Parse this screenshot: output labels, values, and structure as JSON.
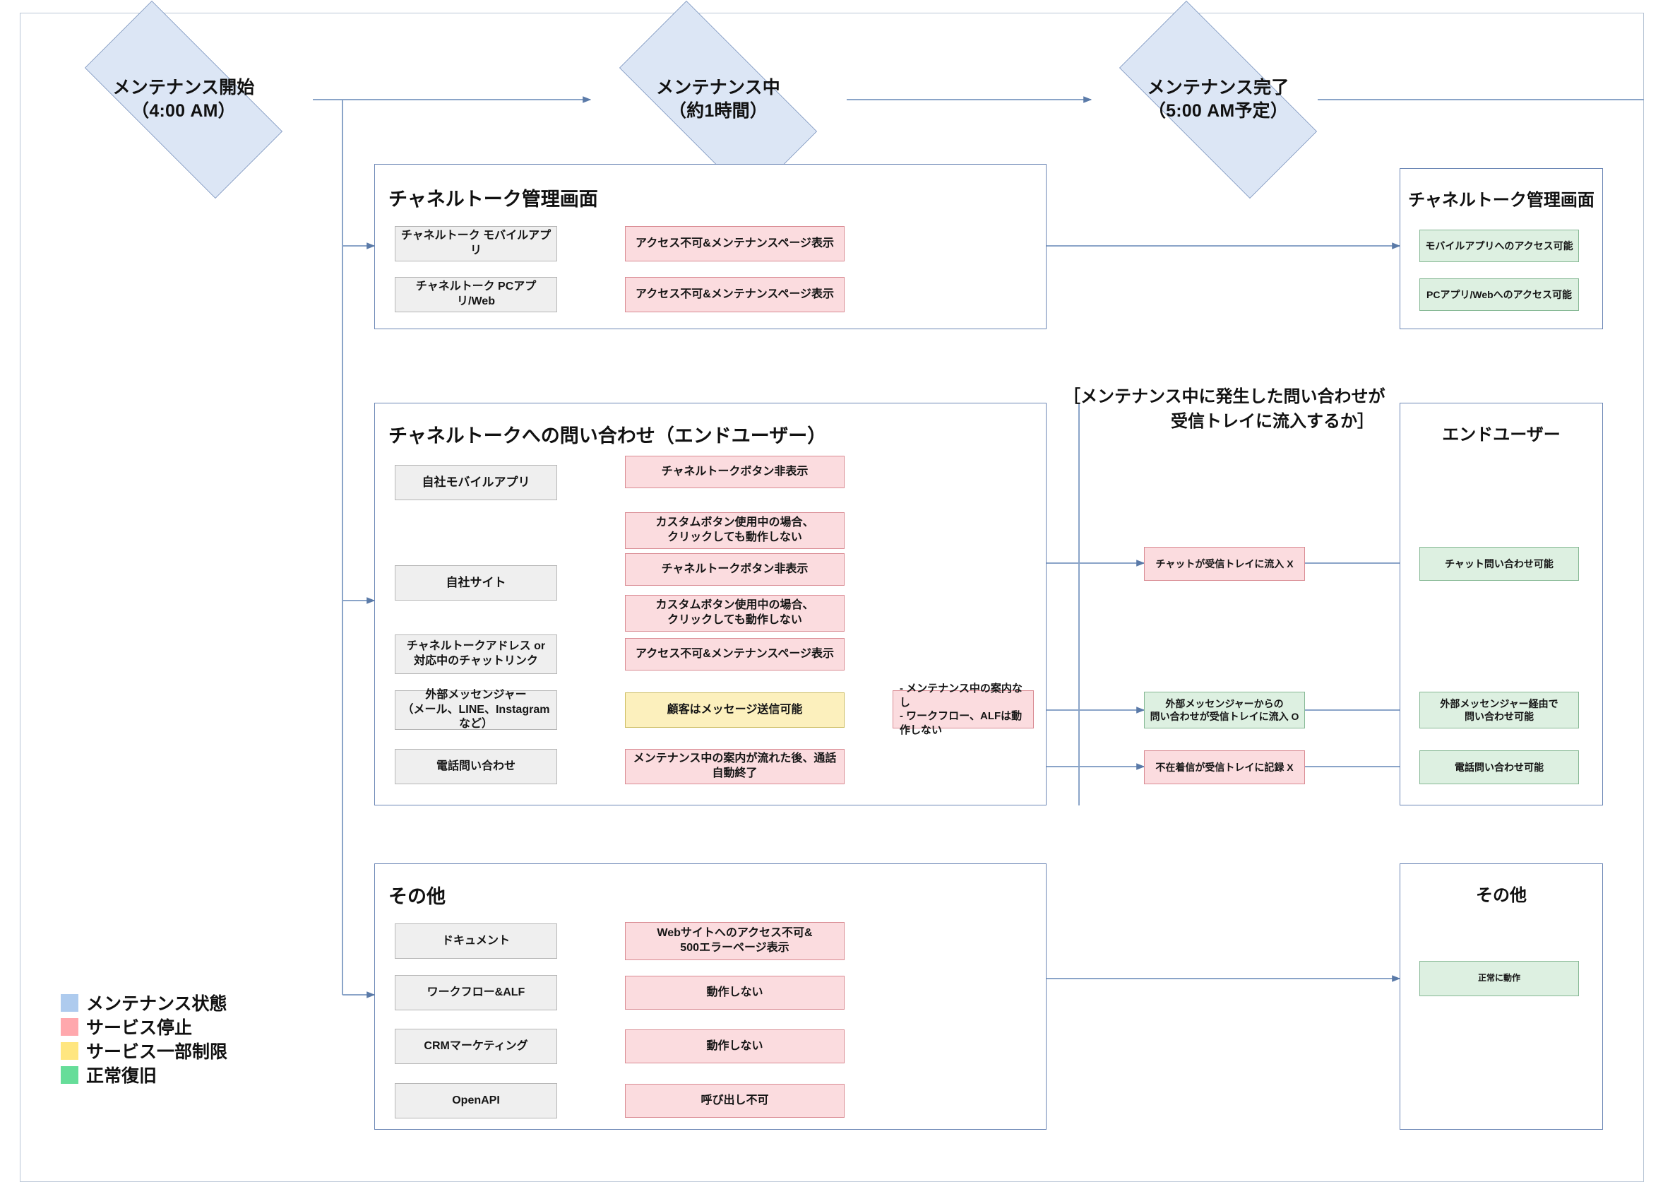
{
  "colors": {
    "maintenance_state": "#aecbee",
    "service_stopped": "#ffa8ad",
    "service_partial": "#ffe680",
    "service_recovered": "#66dd99",
    "line": "#8aa4c8",
    "panel_border": "#6b86b5",
    "gray_fill": "#efefef",
    "red_fill": "#fbdcdf",
    "yellow_fill": "#fcf0bd",
    "green_fill": "#ddf0e1"
  },
  "timeline": [
    {
      "id": "start",
      "line1": "メンテナンス開始",
      "line2": "（4:00 AM）"
    },
    {
      "id": "during",
      "line1": "メンテナンス中",
      "line2": "（約1時間）"
    },
    {
      "id": "done",
      "line1": "メンテナンス完了",
      "line2": "（5:00 AM予定）"
    }
  ],
  "bracket_note": {
    "line1": "［メンテナンス中に発生した問い合わせが",
    "line2": "受信トレイに流入するか］"
  },
  "during": {
    "admin_panel": {
      "title": "チャネルトーク管理画面",
      "rows": [
        {
          "source": "チャネルトーク モバイルアプリ",
          "result": "アクセス不可&メンテナンスページ表示"
        },
        {
          "source": "チャネルトーク PCアプリ/Web",
          "result": "アクセス不可&メンテナンスページ表示"
        }
      ]
    },
    "enduser_panel": {
      "title": "チャネルトークへの問い合わせ（エンドユーザー）",
      "sources": [
        {
          "label": "自社モバイルアプリ"
        },
        {
          "label": "自社サイト"
        },
        {
          "label": "チャネルトークアドレス or\n対応中のチャットリンク"
        },
        {
          "label": "外部メッセンジャー\n（メール、LINE、Instagramなど）"
        },
        {
          "label": "電話問い合わせ"
        }
      ],
      "results": [
        {
          "text": "チャネルトークボタン非表示",
          "state": "red"
        },
        {
          "text": "カスタムボタン使用中の場合、\nクリックしても動作しない",
          "state": "red"
        },
        {
          "text": "チャネルトークボタン非表示",
          "state": "red"
        },
        {
          "text": "カスタムボタン使用中の場合、\nクリックしても動作しない",
          "state": "red"
        },
        {
          "text": "アクセス不可&メンテナンスページ表示",
          "state": "red"
        },
        {
          "text": "顧客はメッセージ送信可能",
          "state": "yellow"
        },
        {
          "text": "メンテナンス中の案内が流れた後、通話自動終了",
          "state": "red"
        }
      ],
      "secondary": [
        {
          "text": "- メンテナンス中の案内なし\n- ワークフロー、ALFは動作しない",
          "state": "red"
        }
      ]
    },
    "others_panel": {
      "title": "その他",
      "rows": [
        {
          "source": "ドキュメント",
          "result": "Webサイトへのアクセス不可&\n500エラーページ表示"
        },
        {
          "source": "ワークフロー&ALF",
          "result": "動作しない"
        },
        {
          "source": "CRMマーケティング",
          "result": "動作しない"
        },
        {
          "source": "OpenAPI",
          "result": "呼び出し不可"
        }
      ]
    }
  },
  "inbox_results": [
    {
      "text": "チャットが受信トレイに流入 X",
      "state": "red"
    },
    {
      "text": "外部メッセンジャーからの\n問い合わせが受信トレイに流入 O",
      "state": "green"
    },
    {
      "text": "不在着信が受信トレイに記録 X",
      "state": "red"
    }
  ],
  "after": {
    "admin_panel": {
      "title": "チャネルトーク管理画面",
      "items": [
        {
          "text": "モバイルアプリへのアクセス可能",
          "state": "green"
        },
        {
          "text": "PCアプリ/Webへのアクセス可能",
          "state": "green"
        }
      ]
    },
    "enduser_panel": {
      "title": "エンドユーザー",
      "items": [
        {
          "text": "チャット問い合わせ可能",
          "state": "green"
        },
        {
          "text": "外部メッセンジャー経由で\n問い合わせ可能",
          "state": "green"
        },
        {
          "text": "電話問い合わせ可能",
          "state": "green"
        }
      ]
    },
    "others_panel": {
      "title": "その他",
      "items": [
        {
          "text": "正常に動作",
          "state": "green"
        }
      ]
    }
  },
  "legend": [
    {
      "label": "メンテナンス状態",
      "color": "#aecbee"
    },
    {
      "label": "サービス停止",
      "color": "#ffa8ad"
    },
    {
      "label": "サービス一部制限",
      "color": "#ffe680"
    },
    {
      "label": "正常復旧",
      "color": "#66dd99"
    }
  ]
}
